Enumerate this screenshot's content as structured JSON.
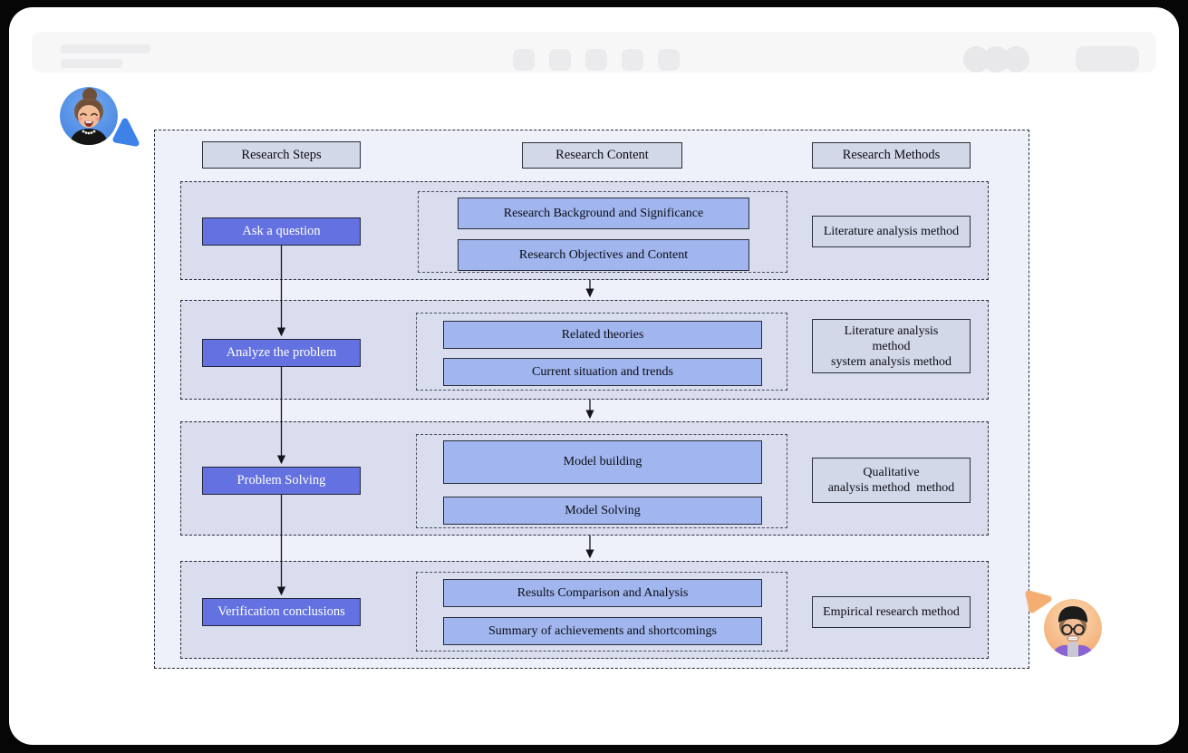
{
  "palette": {
    "canvas_fill": "#eef0fa",
    "row_fill": "#d9ddee",
    "step_fill": "#6372e0",
    "content_fill": "#a1b6ee",
    "label_fill": "#d3d8e8",
    "cursor_blue": "#3c82e8",
    "cursor_orange": "#f5ad72"
  },
  "diagram": {
    "headers": [
      "Research Steps",
      "Research Content",
      "Research Methods"
    ],
    "rows": [
      {
        "step": "Ask a question",
        "contents": [
          "Research Background and Significance",
          "Research Objectives and Content"
        ],
        "method": "Literature analysis method"
      },
      {
        "step": "Analyze the problem",
        "contents": [
          "Related theories",
          "Current situation and trends"
        ],
        "method": "Literature analysis\nmethod\nsystem analysis method"
      },
      {
        "step": "Problem Solving",
        "contents": [
          "Model building",
          "Model Solving"
        ],
        "method": "Qualitative\nanalysis method  method"
      },
      {
        "step": "Verification conclusions",
        "contents": [
          "Results Comparison and Analysis",
          "Summary of achievements and shortcomings"
        ],
        "method": "Empirical research method"
      }
    ]
  }
}
